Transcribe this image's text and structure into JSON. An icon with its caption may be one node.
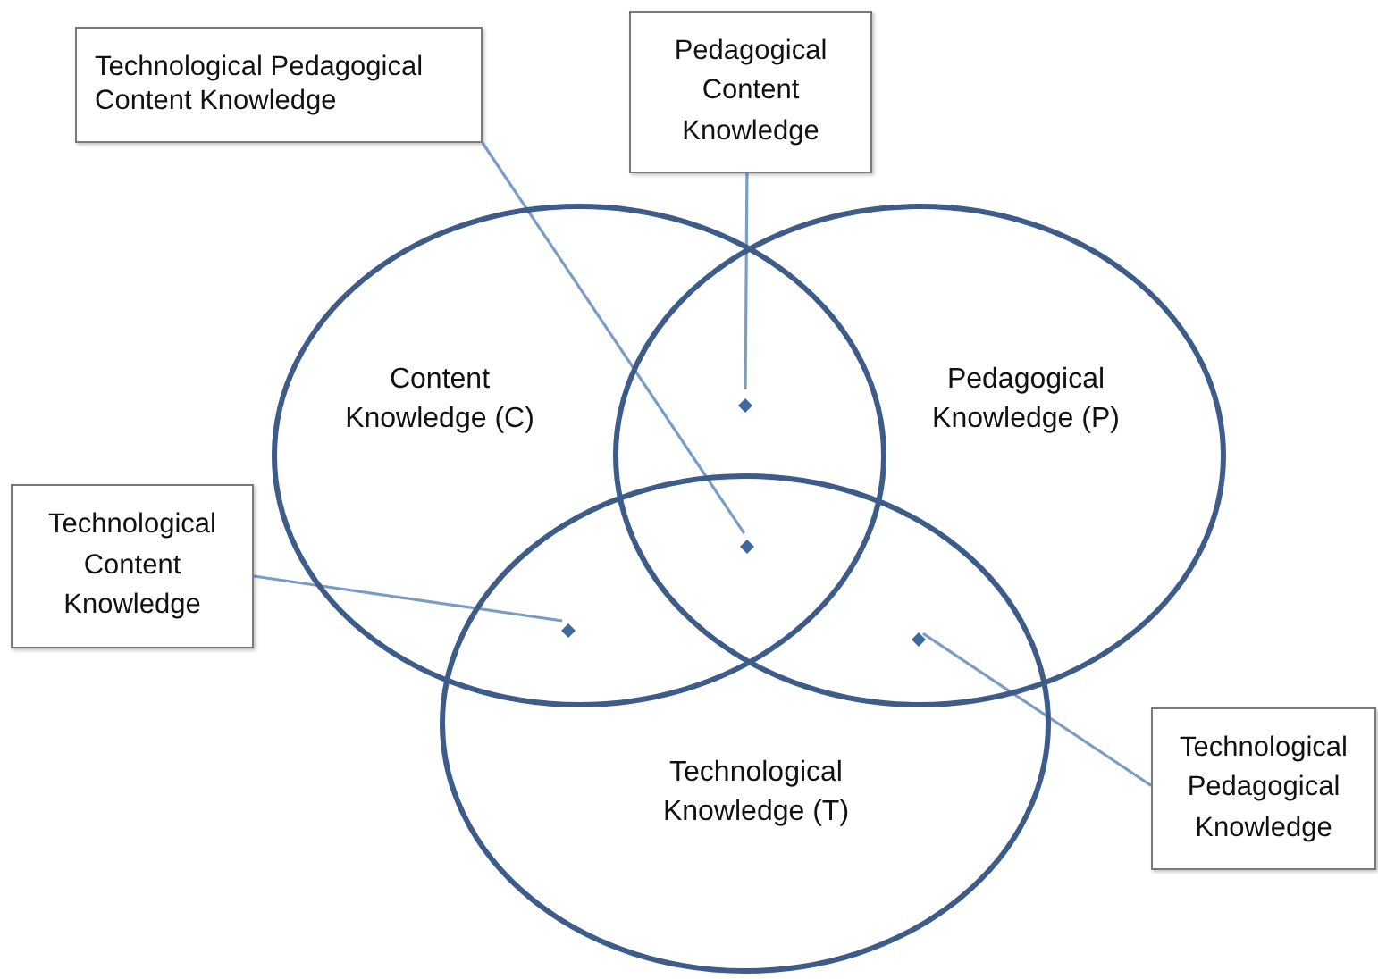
{
  "diagram": {
    "nodes": [
      {
        "text": [
          "Technological Pedagogical Content Knowledge"
        ]
      },
      {
        "text": [
          "Pedagogical Content Knowledge"
        ]
      },
      {
        "text": [
          "Content Knowledge (C)"
        ]
      },
      {
        "text": [
          "Pedagogical Knowledge (P)"
        ]
      },
      {
        "text": [
          "Technological Content Knowledge"
        ]
      },
      {
        "text": [
          "Technological Knowledge (T)"
        ]
      },
      {
        "text": [
          "Technological Pedagogical Knowledge"
        ]
      },
      {
        "text": [],
        "shape": "diamond"
      },
      {
        "text": [],
        "shape": "diamond"
      },
      {
        "text": [],
        "shape": "diamond"
      },
      {
        "text": [],
        "shape": "diamond"
      }
    ],
    "edges": [
      {
        "from": 0,
        "to": 8,
        "arrow": "none"
      },
      {
        "from": 1,
        "to": 7,
        "arrow": "none"
      },
      {
        "from": 4,
        "to": 9,
        "arrow": "none"
      },
      {
        "from": 6,
        "to": 10,
        "arrow": "none"
      }
    ]
  }
}
